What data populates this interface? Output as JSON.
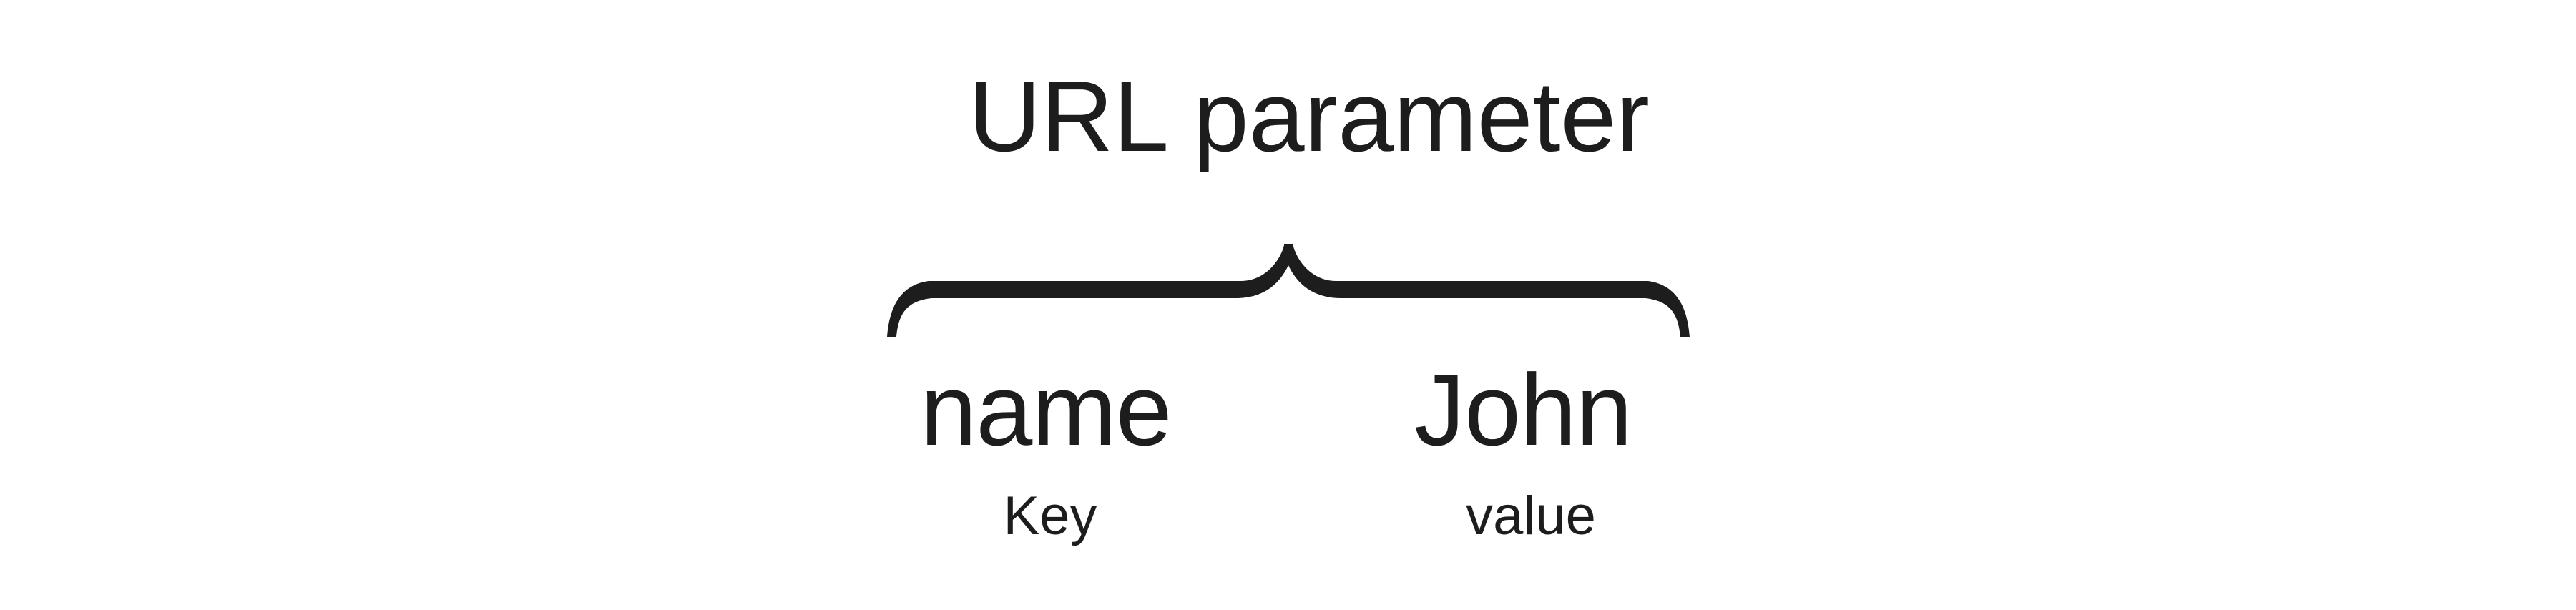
{
  "diagram": {
    "title": "URL parameter",
    "key": {
      "text": "name",
      "label": "Key"
    },
    "value": {
      "text": "John",
      "label": "value"
    },
    "brace_icon": "curly-brace-pointing-up",
    "colors": {
      "background": "#ffffff",
      "ink": "#1d1d1d"
    }
  }
}
